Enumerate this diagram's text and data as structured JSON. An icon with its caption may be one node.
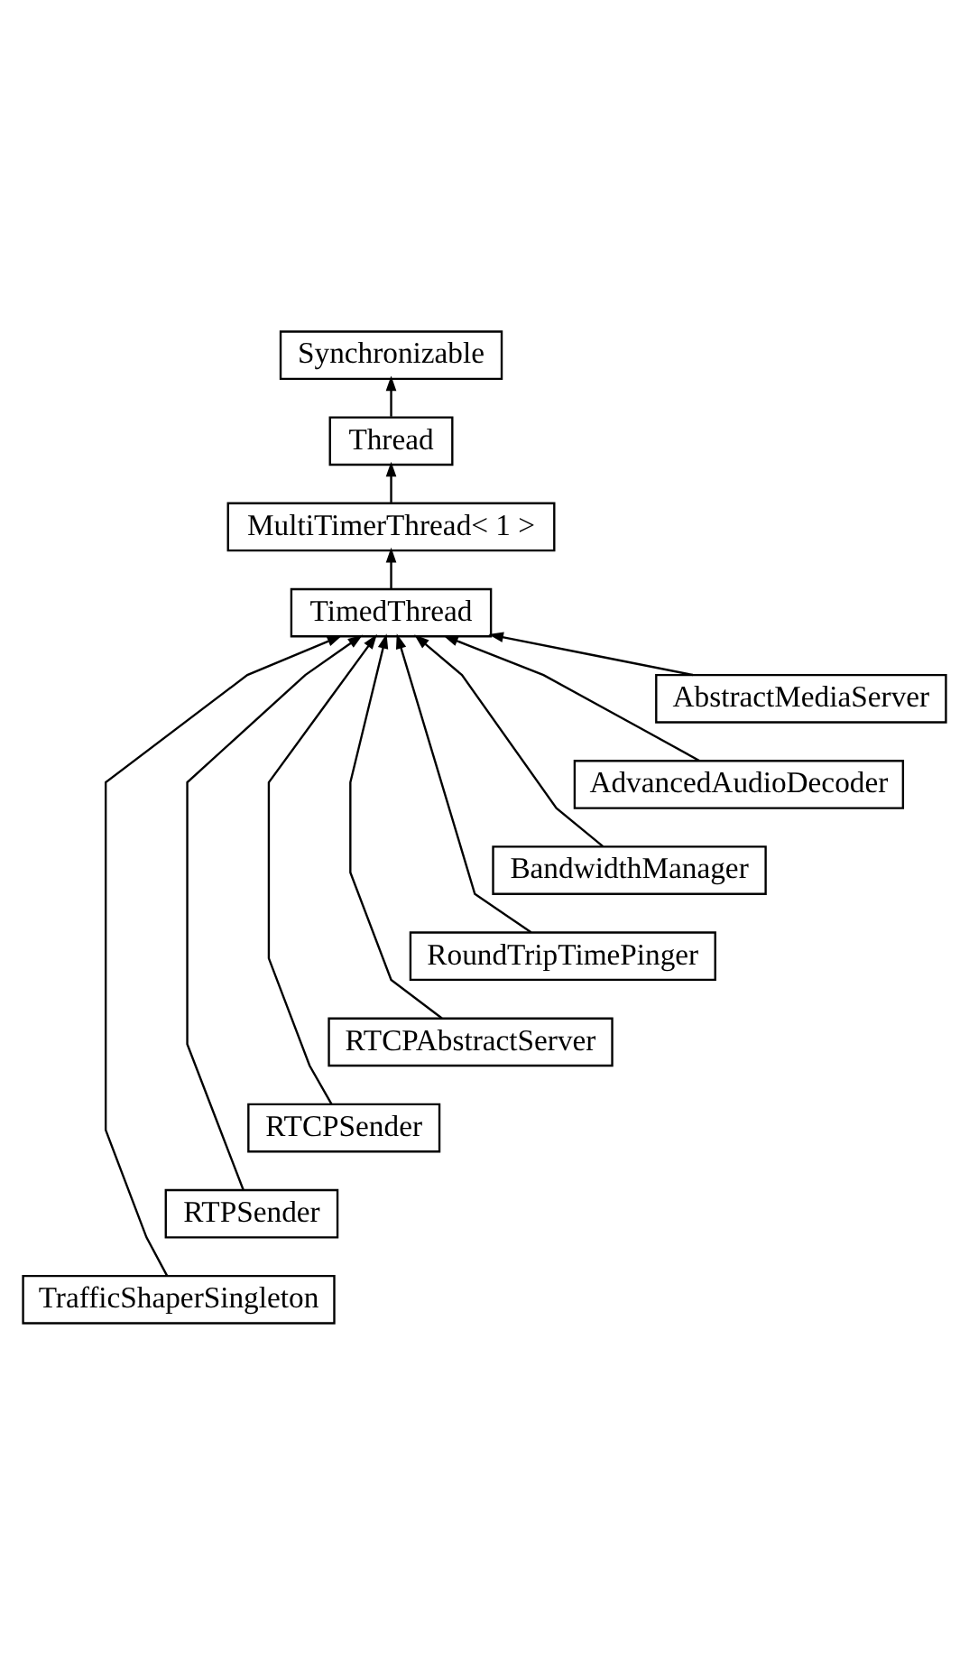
{
  "diagram": {
    "nodes": [
      {
        "text": [
          "Synchronizable"
        ]
      },
      {
        "text": [
          "Thread"
        ]
      },
      {
        "text": [
          "MultiTimerThread< 1 >"
        ]
      },
      {
        "text": [
          "TimedThread"
        ]
      },
      {
        "text": [
          "AbstractMediaServer"
        ]
      },
      {
        "text": [
          "AdvancedAudioDecoder"
        ]
      },
      {
        "text": [
          "BandwidthManager"
        ]
      },
      {
        "text": [
          "RoundTripTimePinger"
        ]
      },
      {
        "text": [
          "RTCPAbstractServer"
        ]
      },
      {
        "text": [
          "RTCPSender"
        ]
      },
      {
        "text": [
          "RTPSender"
        ]
      },
      {
        "text": [
          "TrafficShaperSingleton"
        ]
      }
    ],
    "edges": [
      {
        "from": 1,
        "to": 0,
        "arrow": "to"
      },
      {
        "from": 2,
        "to": 1,
        "arrow": "to"
      },
      {
        "from": 3,
        "to": 2,
        "arrow": "to"
      },
      {
        "from": 4,
        "to": 3,
        "arrow": "to"
      },
      {
        "from": 5,
        "to": 3,
        "arrow": "to"
      },
      {
        "from": 6,
        "to": 3,
        "arrow": "to"
      },
      {
        "from": 7,
        "to": 3,
        "arrow": "to"
      },
      {
        "from": 8,
        "to": 3,
        "arrow": "to"
      },
      {
        "from": 9,
        "to": 3,
        "arrow": "to"
      },
      {
        "from": 10,
        "to": 3,
        "arrow": "to"
      },
      {
        "from": 11,
        "to": 3,
        "arrow": "to"
      }
    ]
  }
}
